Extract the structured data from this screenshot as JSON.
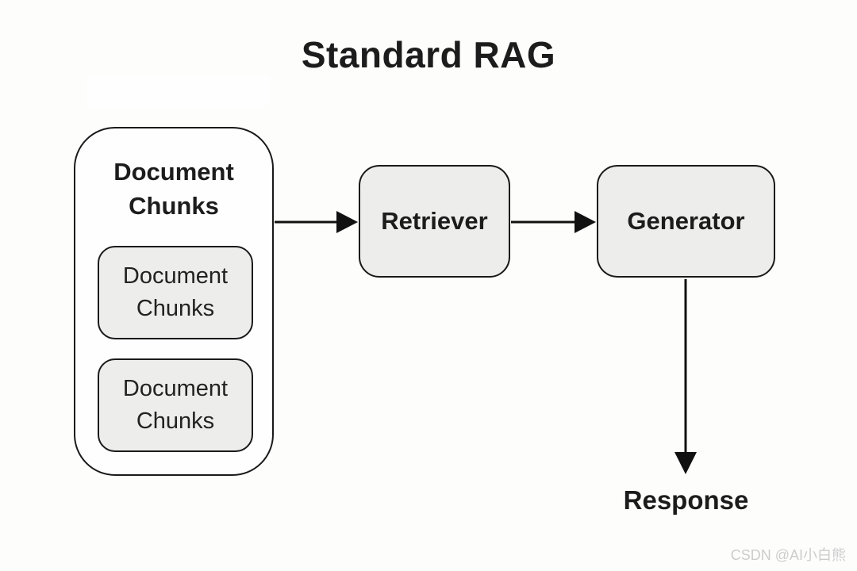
{
  "title": "Standard RAG",
  "diagram": {
    "container": {
      "label": "Document Chunks",
      "children": [
        {
          "label": "Document Chunks"
        },
        {
          "label": "Document Chunks"
        }
      ]
    },
    "nodes": [
      {
        "id": "retriever",
        "label": "Retriever"
      },
      {
        "id": "generator",
        "label": "Generator"
      }
    ],
    "output_label": "Response",
    "arrows": [
      {
        "from": "document-chunks",
        "to": "retriever"
      },
      {
        "from": "retriever",
        "to": "generator"
      },
      {
        "from": "generator",
        "to": "response"
      }
    ]
  },
  "colors": {
    "background": "#fdfdfc",
    "container_fill": "#fefefe",
    "node_fill": "#ededec",
    "border": "#1a1a1a",
    "arrow": "#111111",
    "text": "#1c1c1c",
    "watermark": "#cccccc"
  },
  "watermark": "CSDN @AI小白熊"
}
